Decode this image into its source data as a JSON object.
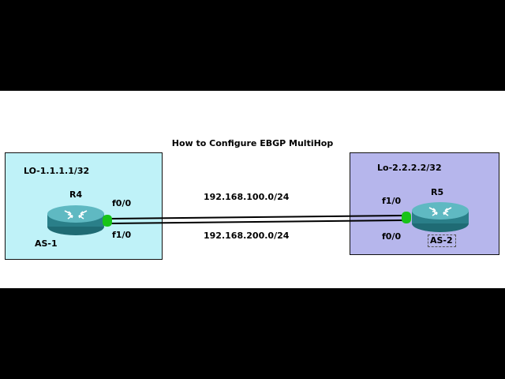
{
  "diagram": {
    "title": "How to Configure EBGP MultiHop",
    "left": {
      "loopback": "LO-1.1.1.1/32",
      "router": "R4",
      "as": "AS-1",
      "if_top": "f0/0",
      "if_bottom": "f1/0",
      "box_color": "#bff2f8"
    },
    "right": {
      "loopback": "Lo-2.2.2.2/32",
      "router": "R5",
      "as": "AS-2",
      "if_top": "f1/0",
      "if_bottom": "f0/0",
      "box_color": "#b6b6ec"
    },
    "links": {
      "top": "192.168.100.0/24",
      "bottom": "192.168.200.0/24"
    },
    "icons": [
      "router-icon",
      "router-icon"
    ],
    "colors": {
      "router_body": "#2f8f9a",
      "link_endpoint": "#18c418"
    }
  }
}
